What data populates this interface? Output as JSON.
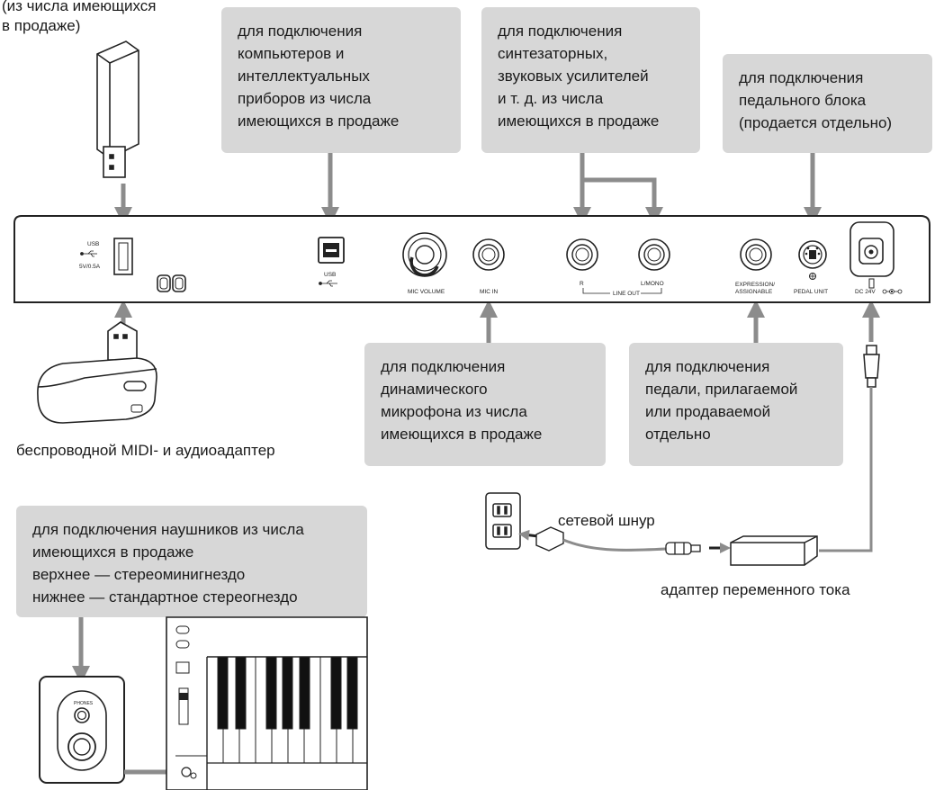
{
  "top_left_label": "(из числа имеющихся\nв продаже)",
  "callouts": {
    "usb_computer": [
      "для подключения",
      "компьютеров и",
      "интеллектуальных",
      "приборов из числа",
      "имеющихся в продаже"
    ],
    "line_out": [
      "для подключения",
      "синтезаторных,",
      "звуковых усилителей",
      "и т. д. из числа",
      "имеющихся в продаже"
    ],
    "pedal_unit": [
      "для подключения",
      "педального блока",
      "(продается отдельно)"
    ],
    "mic_in": [
      "для подключения",
      "динамического",
      "микрофона из числа",
      "имеющихся в продаже"
    ],
    "expression": [
      "для подключения",
      "педали, прилагаемой",
      "или продаваемой",
      "отдельно"
    ],
    "phones": [
      "для подключения наушников из числа",
      "имеющихся в продаже",
      "верхнее — стереоминигнездо",
      "нижнее — стандартное стереогнездо"
    ]
  },
  "labels": {
    "wireless_adapter": "беспроводной MIDI- и аудиоадаптер",
    "power_cord": "сетевой шнур",
    "ac_adapter": "адаптер переменного тока"
  },
  "panel": {
    "usb_a": "USB",
    "usb_a_rating": "5V/0.5A",
    "usb_b": "USB",
    "mic_volume": "MIC VOLUME",
    "mic_in": "MIC IN",
    "r": "R",
    "line_out": "LINE OUT",
    "l_mono": "L/MONO",
    "expression_1": "EXPRESSION/",
    "expression_2": "ASSIGNABLE",
    "pedal_unit": "PEDAL UNIT",
    "dc": "DC 24V"
  },
  "phones_jack_label": "PHONES",
  "colors": {
    "callout_bg": "#d7d7d7",
    "arrow": "#8c8c8c",
    "panel_stroke": "#222222"
  }
}
